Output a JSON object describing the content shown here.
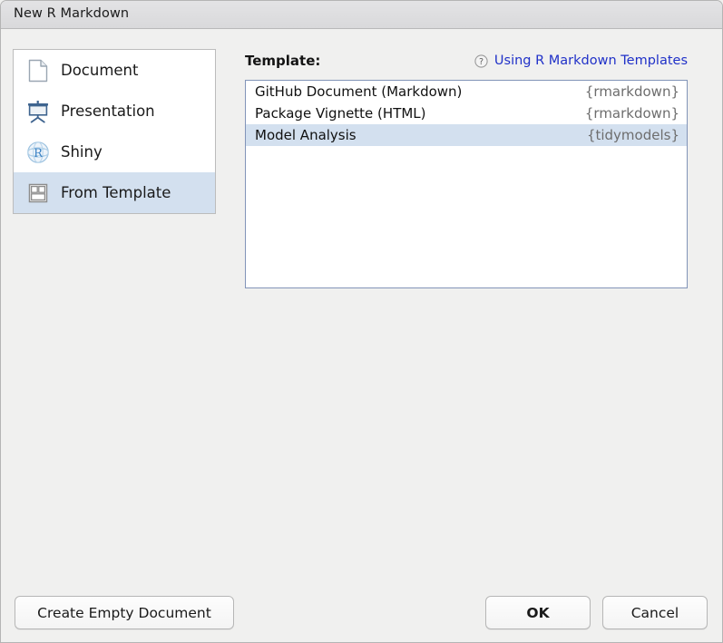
{
  "window": {
    "title": "New R Markdown"
  },
  "sidebar": {
    "items": [
      {
        "label": "Document",
        "icon": "document-page-icon",
        "selected": false
      },
      {
        "label": "Presentation",
        "icon": "presentation-screen-icon",
        "selected": false
      },
      {
        "label": "Shiny",
        "icon": "shiny-r-globe-icon",
        "selected": false
      },
      {
        "label": "From Template",
        "icon": "template-layout-icon",
        "selected": true
      }
    ]
  },
  "main": {
    "template_caption": "Template:",
    "help": {
      "icon": "help-question-icon",
      "link_label": "Using R Markdown Templates"
    },
    "templates": [
      {
        "name": "GitHub Document (Markdown)",
        "package": "{rmarkdown}",
        "selected": false
      },
      {
        "name": "Package Vignette (HTML)",
        "package": "{rmarkdown}",
        "selected": false
      },
      {
        "name": "Model Analysis",
        "package": "{tidymodels}",
        "selected": true
      }
    ]
  },
  "footer": {
    "create_empty_label": "Create Empty Document",
    "ok_label": "OK",
    "cancel_label": "Cancel"
  },
  "colors": {
    "selection_blue": "#d3e0ef",
    "link_blue": "#2031c8",
    "listbox_border": "#8294b8",
    "dialog_bg": "#f0f0ef",
    "titlebar_bg": "#dcdcde",
    "package_text": "#6d6d6d"
  }
}
